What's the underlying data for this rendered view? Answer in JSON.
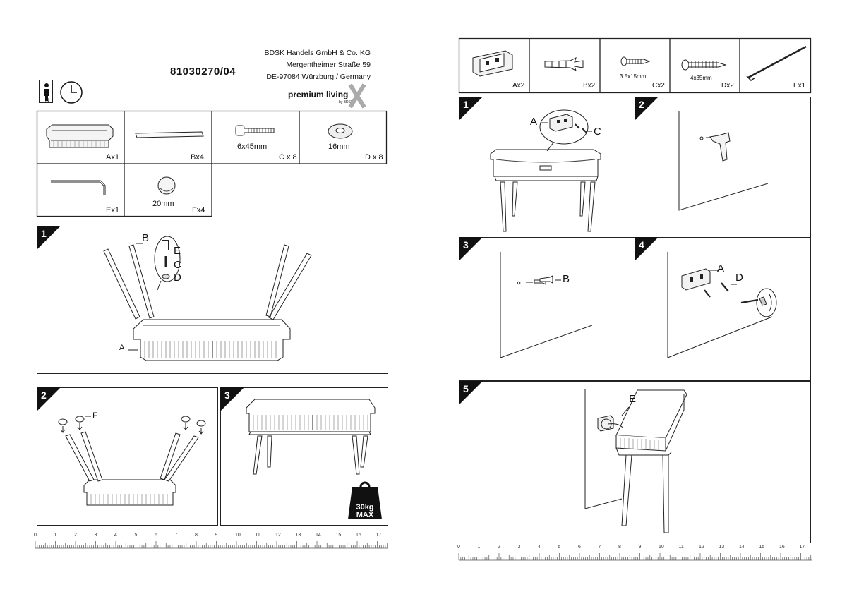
{
  "left_page": {
    "header": {
      "code": "81030270/04",
      "address": [
        "BDSK Handels GmbH & Co. KG",
        "Mergentheimer Straße 59",
        "DE-97084 Würzburg / Germany"
      ],
      "brand": "premium living",
      "brand_sub": "by BDSK",
      "person_count": "x1"
    },
    "parts": [
      {
        "id": "Ax1",
        "size": ""
      },
      {
        "id": "Bx4",
        "size": ""
      },
      {
        "id": "C x 8",
        "size": "6x45mm"
      },
      {
        "id": "D x 8",
        "size": "16mm"
      },
      {
        "id": "Ex1",
        "size": ""
      },
      {
        "id": "Fx4",
        "size": "20mm"
      }
    ],
    "steps": [
      {
        "number": "1",
        "labels": [
          "B",
          "E",
          "C",
          "D",
          "A"
        ]
      },
      {
        "number": "2",
        "labels": [
          "F"
        ]
      },
      {
        "number": "3",
        "weight": [
          "30kg",
          "MAX"
        ]
      }
    ]
  },
  "right_page": {
    "parts": [
      {
        "id": "Ax2",
        "size": ""
      },
      {
        "id": "Bx2",
        "size": ""
      },
      {
        "id": "Cx2",
        "size": "3.5x15mm"
      },
      {
        "id": "Dx2",
        "size": "4x35mm"
      },
      {
        "id": "Ex1",
        "size": ""
      }
    ],
    "steps": [
      {
        "number": "1",
        "labels": [
          "A",
          "C"
        ]
      },
      {
        "number": "2",
        "labels": []
      },
      {
        "number": "3",
        "labels": [
          "B"
        ]
      },
      {
        "number": "4",
        "labels": [
          "A",
          "D"
        ]
      },
      {
        "number": "5",
        "labels": [
          "E"
        ]
      }
    ]
  },
  "ruler": {
    "ticks": [
      "0",
      "1",
      "2",
      "3",
      "4",
      "5",
      "6",
      "7",
      "8",
      "9",
      "10",
      "11",
      "12",
      "13",
      "14",
      "15",
      "16",
      "17"
    ]
  }
}
